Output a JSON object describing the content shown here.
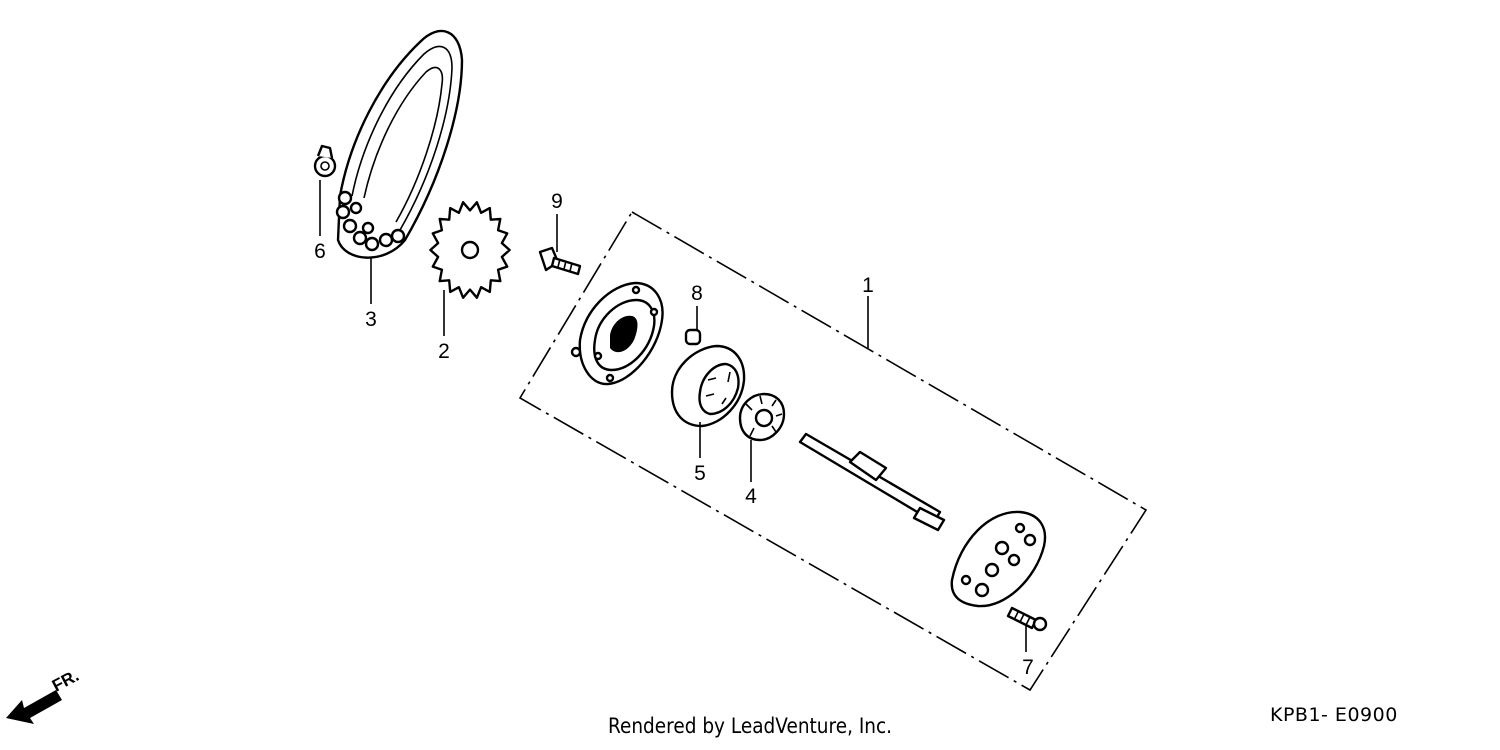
{
  "diagram": {
    "callouts": [
      "1",
      "2",
      "3",
      "4",
      "5",
      "6",
      "7",
      "8",
      "9"
    ],
    "front_arrow_label": "FR.",
    "diagram_code": "KPB1- E0900",
    "footer_credit": "Rendered by LeadVenture, Inc."
  }
}
